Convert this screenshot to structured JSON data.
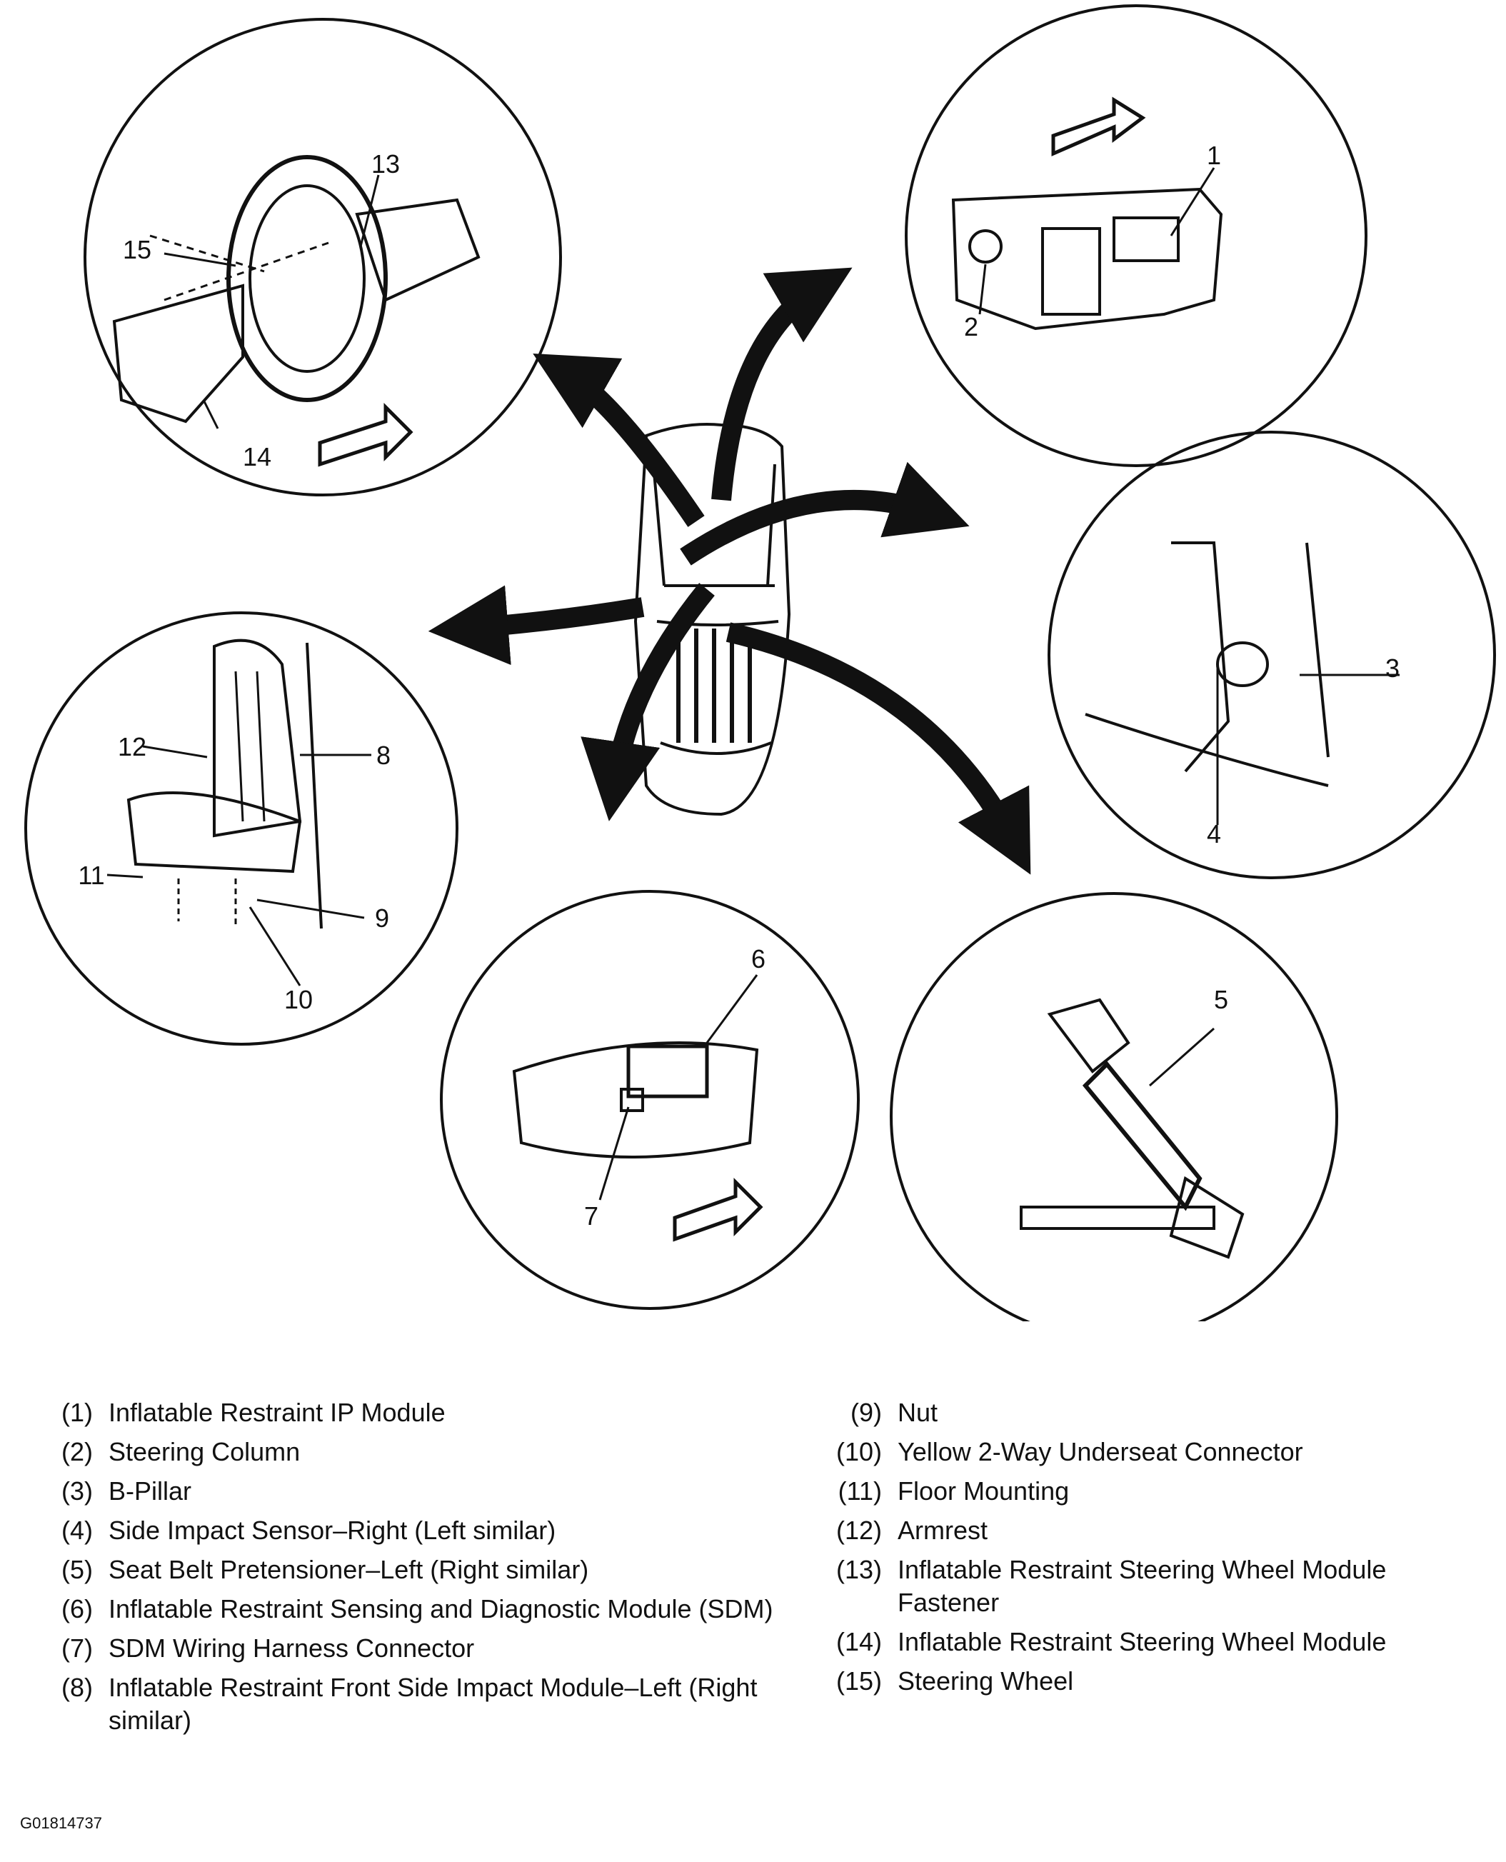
{
  "callouts": [
    "1",
    "2",
    "3",
    "4",
    "5",
    "6",
    "7",
    "8",
    "9",
    "10",
    "11",
    "12",
    "13",
    "14",
    "15"
  ],
  "legend": {
    "left": [
      {
        "num": "(1)",
        "text": "Inflatable Restraint IP Module"
      },
      {
        "num": "(2)",
        "text": "Steering Column"
      },
      {
        "num": "(3)",
        "text": "B-Pillar"
      },
      {
        "num": "(4)",
        "text": "Side Impact Sensor–Right (Left similar)"
      },
      {
        "num": "(5)",
        "text": "Seat Belt Pretensioner–Left (Right similar)"
      },
      {
        "num": "(6)",
        "text": "Inflatable Restraint Sensing and Diagnostic Module (SDM)"
      },
      {
        "num": "(7)",
        "text": "SDM Wiring Harness Connector"
      },
      {
        "num": "(8)",
        "text": "Inflatable Restraint Front Side Impact Module–Left (Right similar)"
      }
    ],
    "right": [
      {
        "num": "(9)",
        "text": "Nut"
      },
      {
        "num": "(10)",
        "text": "Yellow 2-Way Underseat Connector"
      },
      {
        "num": "(11)",
        "text": "Floor Mounting"
      },
      {
        "num": "(12)",
        "text": "Armrest"
      },
      {
        "num": "(13)",
        "text": "Inflatable Restraint Steering Wheel Module Fastener"
      },
      {
        "num": "(14)",
        "text": "Inflatable Restraint Steering Wheel Module"
      },
      {
        "num": "(15)",
        "text": "Steering Wheel"
      }
    ]
  },
  "figure_code": "G01814737"
}
